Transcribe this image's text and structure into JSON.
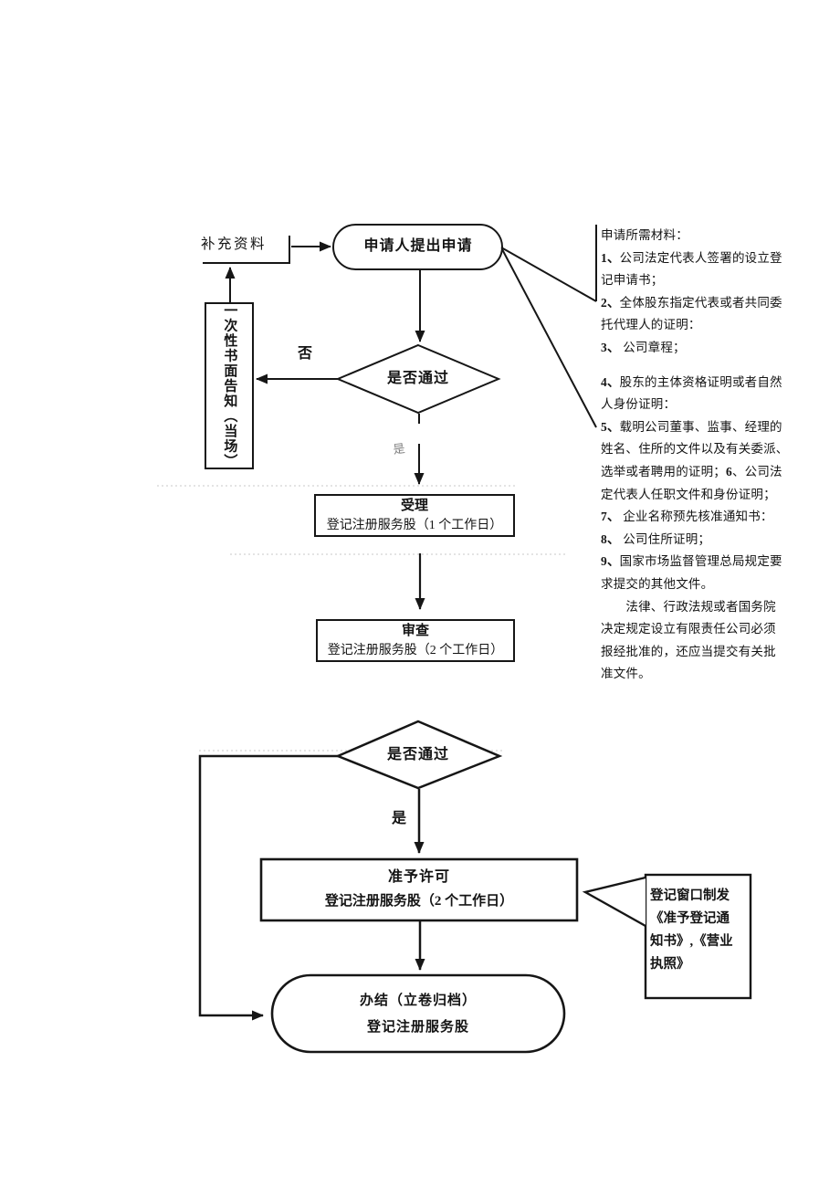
{
  "colors": {
    "line": "#161616",
    "text": "#141414",
    "dotted": "#c8c8c8",
    "background": "#ffffff"
  },
  "nodes": {
    "supplement_label": "补充资料",
    "notice_box_label": "一次性书面告知（当场）",
    "start_label": "申请人提出申请",
    "decision1_label": "是否通过",
    "no_label": "否",
    "yes_label_1": "是",
    "accept_title": "受理",
    "accept_sub": "登记注册服务股（1 个工作日）",
    "review_title": "审查",
    "review_sub": "登记注册服务股（2 个工作日）",
    "decision2_label": "是否通过",
    "yes_label_2": "是",
    "permit_title": "准予许可",
    "permit_sub": "登记注册服务股（2 个工作日）",
    "finish_line1": "办结（立卷归档）",
    "finish_line2": "登记注册服务股"
  },
  "issue_callout": {
    "lines": [
      "登记窗口制发",
      "《准予登记通",
      "知书》,《营业",
      "执照》"
    ]
  },
  "materials": {
    "lines": [
      {
        "segs": [
          {
            "t": "申请所需材料："
          }
        ]
      },
      {
        "segs": [
          {
            "t": "1、",
            "b": true
          },
          {
            "t": "公司法定代表人签署的设立登"
          }
        ]
      },
      {
        "segs": [
          {
            "t": "记申请书；"
          }
        ]
      },
      {
        "segs": [
          {
            "t": "2、",
            "b": true
          },
          {
            "t": "全体股东指定代表或者共同委"
          }
        ]
      },
      {
        "segs": [
          {
            "t": "托代理人的证明："
          }
        ]
      },
      {
        "segs": [
          {
            "t": "3、",
            "b": true
          },
          {
            "t": " 公司章程；"
          }
        ]
      },
      {
        "gap": true,
        "segs": [
          {
            "t": "4、",
            "b": true
          },
          {
            "t": "股东的主体资格证明或者自然"
          }
        ]
      },
      {
        "segs": [
          {
            "t": "人身份证明："
          }
        ]
      },
      {
        "segs": [
          {
            "t": "5、",
            "b": true
          },
          {
            "t": "载明公司董事、监事、经理的"
          }
        ]
      },
      {
        "segs": [
          {
            "t": "姓名、住所的文件以及有关委派、"
          }
        ]
      },
      {
        "segs": [
          {
            "t": "选举或者聘用的证明；"
          },
          {
            "t": "6",
            "b": true
          },
          {
            "t": "、公司法"
          }
        ]
      },
      {
        "segs": [
          {
            "t": "定代表人任职文件和身份证明；"
          }
        ]
      },
      {
        "segs": [
          {
            "t": "7、",
            "b": true
          },
          {
            "t": " 企业名称预先核准通知书："
          }
        ]
      },
      {
        "segs": [
          {
            "t": "8、",
            "b": true
          },
          {
            "t": " 公司住所证明；"
          }
        ]
      },
      {
        "segs": [
          {
            "t": "9、",
            "b": true
          },
          {
            "t": "国家市场监督管理总局规定要"
          }
        ]
      },
      {
        "segs": [
          {
            "t": "求提交的其他文件。"
          }
        ]
      },
      {
        "segs": [
          {
            "t": "　　法律、行政法规或者国务院"
          }
        ]
      },
      {
        "segs": [
          {
            "t": "决定规定设立有限责任公司必须"
          }
        ]
      },
      {
        "segs": [
          {
            "t": "报经批准的，还应当提交有关批"
          }
        ]
      },
      {
        "segs": [
          {
            "t": "准文件。"
          }
        ]
      }
    ]
  }
}
